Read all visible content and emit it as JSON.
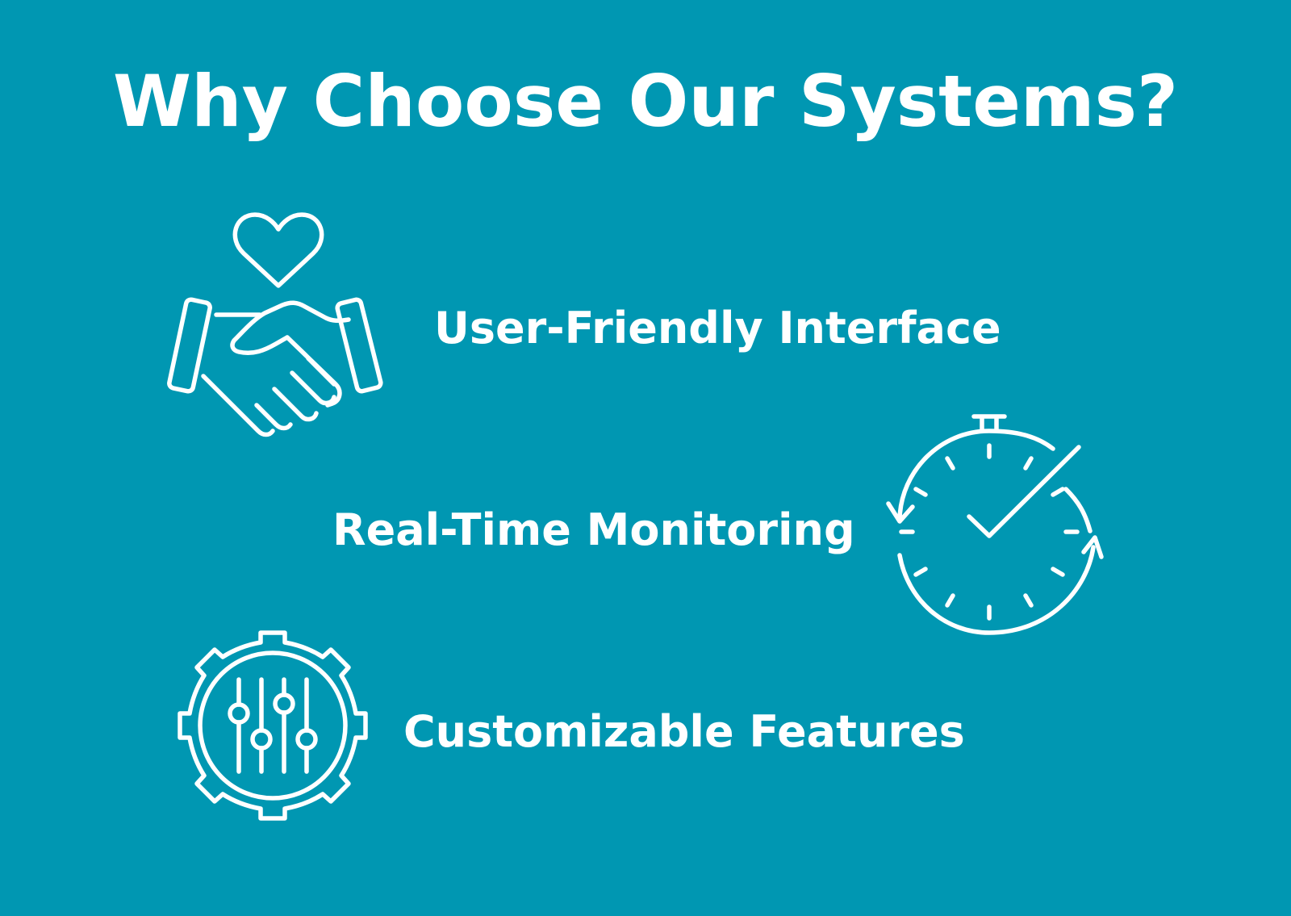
{
  "title": "Why Choose Our Systems?",
  "features": [
    {
      "label": "User-Friendly Interface",
      "icon": "handshake-heart-icon"
    },
    {
      "label": "Real-Time Monitoring",
      "icon": "stopwatch-check-icon"
    },
    {
      "label": "Customizable Features",
      "icon": "gear-sliders-icon"
    }
  ],
  "colors": {
    "background": "#0097b2",
    "foreground": "#ffffff"
  }
}
